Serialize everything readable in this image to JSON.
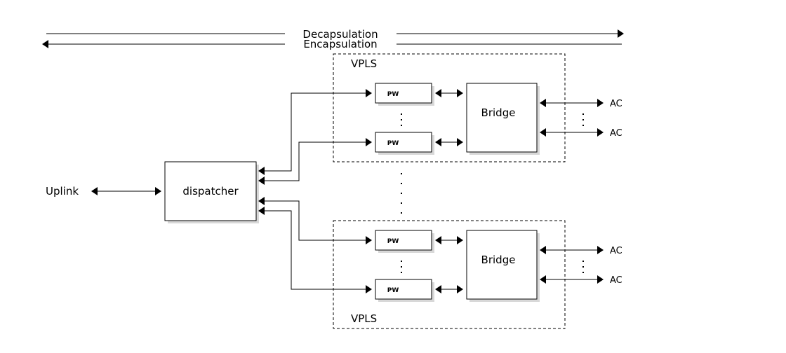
{
  "banner": {
    "decapsulation": "Decapsulation",
    "encapsulation": "Encapsulation"
  },
  "uplink_label": "Uplink",
  "dispatcher_label": "dispatcher",
  "groups": [
    {
      "vpls_label": "VPLS",
      "bridge_label": "Bridge",
      "pw_labels": [
        "PW",
        "PW"
      ],
      "ac_labels": [
        "AC",
        "AC"
      ]
    },
    {
      "vpls_label": "VPLS",
      "bridge_label": "Bridge",
      "pw_labels": [
        "PW",
        "PW"
      ],
      "ac_labels": [
        "AC",
        "AC"
      ]
    }
  ]
}
